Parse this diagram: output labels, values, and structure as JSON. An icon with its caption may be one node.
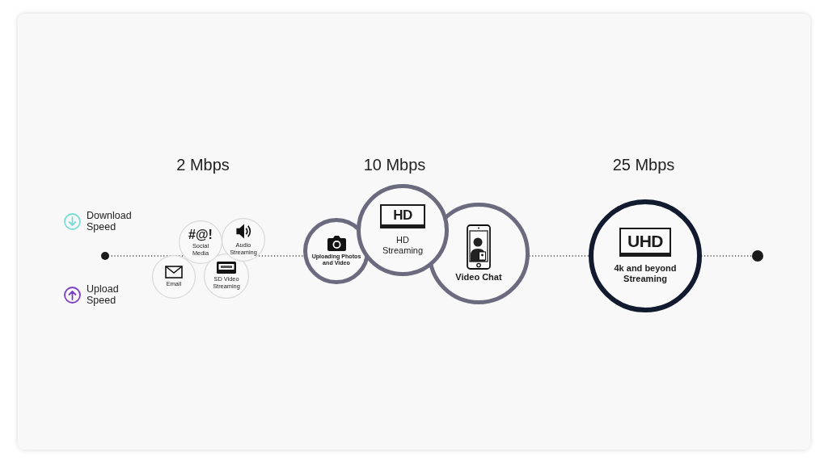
{
  "diagram": {
    "nodes": [
      {
        "text": [
          "#@!",
          "Social Media"
        ]
      },
      {
        "text": [
          "Audio Streaming"
        ]
      },
      {
        "text": [
          "Email"
        ]
      },
      {
        "text": [
          "SD Video Streaming"
        ]
      },
      {
        "text": [
          "Uploading Photos and Video"
        ]
      },
      {
        "text": [
          "HD",
          "HD Streaming"
        ]
      },
      {
        "text": [
          "Video Chat"
        ]
      },
      {
        "text": [
          "UHD",
          "4k and beyond Streaming"
        ]
      }
    ],
    "labels": [
      "2 Mbps",
      "10 Mbps",
      "25 Mbps"
    ],
    "legend": [
      {
        "text": "Download Speed"
      },
      {
        "text": "Upload Speed"
      }
    ]
  }
}
